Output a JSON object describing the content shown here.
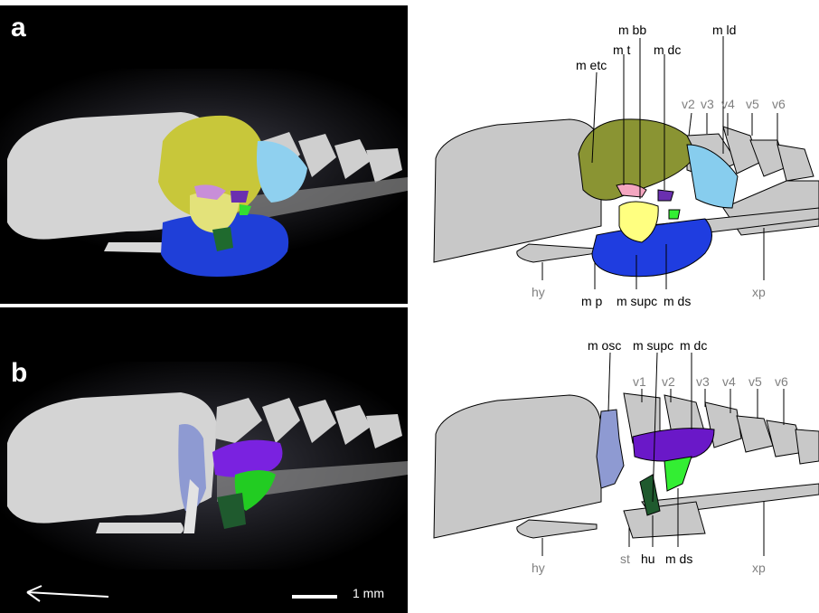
{
  "panel_a": {
    "letter": "a",
    "labels": {
      "m_etc": "m etc",
      "m_t": "m t",
      "m_bb": "m bb",
      "m_dc": "m dc",
      "m_ld": "m ld",
      "v2": "v2",
      "v3": "v3",
      "v4": "v4",
      "v5": "v5",
      "v6": "v6",
      "hy": "hy",
      "m_p": "m p",
      "m_supc": "m supc",
      "m_ds": "m ds",
      "xp": "xp"
    }
  },
  "panel_b": {
    "letter": "b",
    "labels": {
      "m_osc": "m osc",
      "m_supc": "m supc",
      "m_dc": "m dc",
      "v1": "v1",
      "v2": "v2",
      "v3": "v3",
      "v4": "v4",
      "v5": "v5",
      "v6": "v6",
      "hy": "hy",
      "st": "st",
      "hu": "hu",
      "m_ds": "m ds",
      "xp": "xp"
    }
  },
  "scale_bar": {
    "label": "1 mm"
  },
  "colors": {
    "bone": "#c8c8c8",
    "m_etc": "#8a9433",
    "m_ld": "#87cdee",
    "m_p": "#1f3de0",
    "m_supc": "#ffff80",
    "m_t": "#f4a6c0",
    "m_bb": "#6a2fb0",
    "m_dc": "#6a18c8",
    "m_ds": "#33ee33",
    "m_osc": "#8e9ad2",
    "hu": "#1f5a2e"
  },
  "icons": {
    "orientation": "left-arrow-icon"
  }
}
